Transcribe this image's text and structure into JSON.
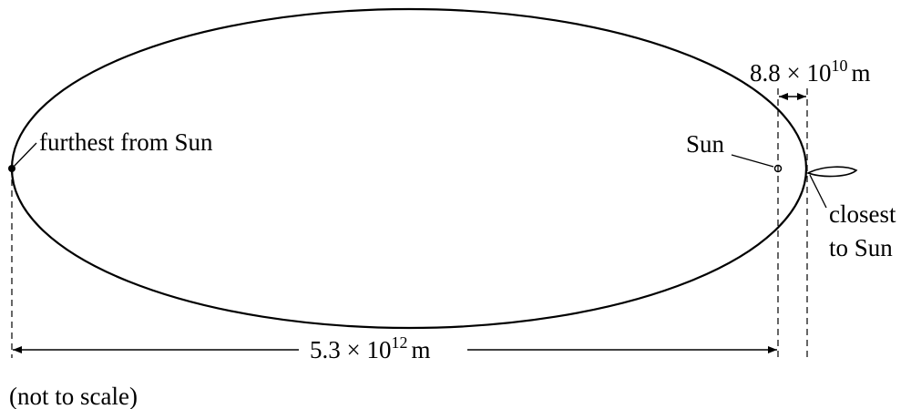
{
  "labels": {
    "furthest": "furthest from Sun",
    "sun": "Sun",
    "closest_line1": "closest",
    "closest_line2": "to Sun",
    "not_to_scale": "(not to scale)"
  },
  "dimensions": {
    "major_mantissa": "5.3 × 10",
    "major_exponent": "12",
    "major_unit": "m",
    "perihelion_mantissa": "8.8 × 10",
    "perihelion_exponent": "10",
    "perihelion_unit": "m"
  }
}
